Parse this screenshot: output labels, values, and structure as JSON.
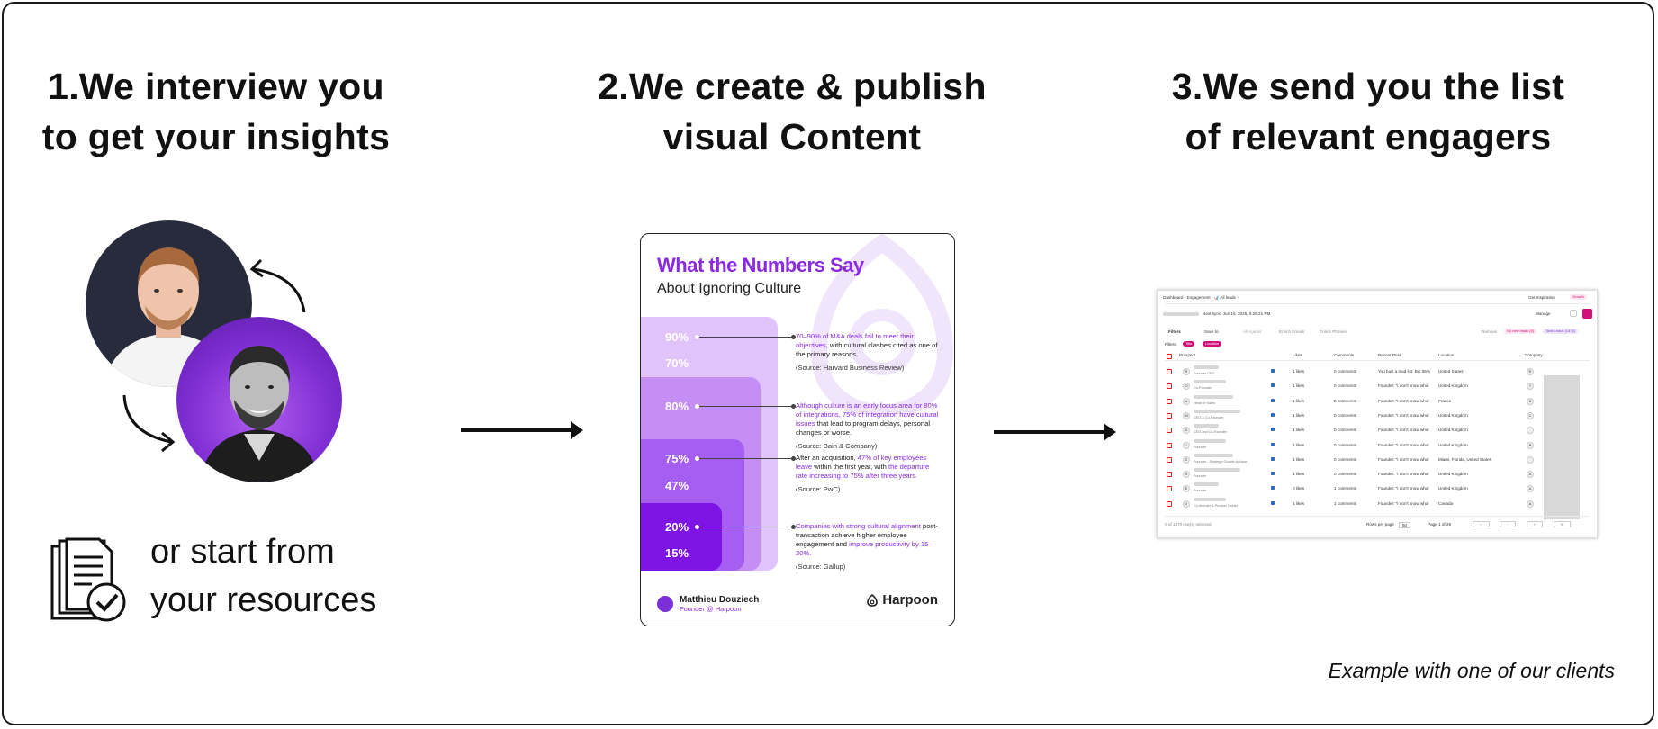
{
  "steps": [
    {
      "line1": "1.We interview you",
      "line2": "to get your insights"
    },
    {
      "line1": "2.We create & publish",
      "line2": "visual Content"
    },
    {
      "line1": "3.We send you the list",
      "line2": "of relevant engagers"
    }
  ],
  "resources": {
    "line1": "or start from",
    "line2": "your resources"
  },
  "card": {
    "title": "What the Numbers Say",
    "subtitle": "About Ignoring Culture",
    "percentages": [
      "90%",
      "70%",
      "80%",
      "75%",
      "47%",
      "20%",
      "15%"
    ],
    "stats": [
      {
        "hl1": "70–90% of M&A deals fail to meet their objectives",
        "text1": ", with cultural clashes cited as one of the primary reasons.",
        "source": "(Source: Harvard Business Review)"
      },
      {
        "hl1": "Although culture is an early focus area for 80% of integrations, 75% of integration have cultural issues",
        "text1": " that lead to program delays, personal changes or worse.",
        "source": "(Source: Bain & Company)"
      },
      {
        "pre": "After an acquisition, ",
        "hl1": "47% of key employees leave",
        "text1": " within the first year, with ",
        "hl2": "the departure rate increasing to 75% after three years.",
        "source": "(Source: PwC)"
      },
      {
        "hl1": "Companies with strong cultural alignment",
        "text1": " post-transaction achieve higher employee engagement and ",
        "hl2": "improve productivity by 15–20%.",
        "source": "(Source: Gallup)"
      }
    ],
    "author_name": "Matthieu Douziech",
    "author_role": "Founder @ Harpoon",
    "brand": "Harpoon"
  },
  "screenshot": {
    "breadcrumb": "Dashboard  ›  Engagement  ›  📊 All leads  ›",
    "get_inspiration": "Get Inspiration",
    "next_sync": "Next sync: Jun 16, 2025, 5:26:21 PM",
    "manage": "Manage",
    "toolbar": [
      "Filters",
      "Save to",
      "All Agents",
      "Enrich Emails",
      "Enrich Phones"
    ],
    "remove": "Remove",
    "tag_no_new": "No new leads (0)",
    "tag_total": "Total Leads (1470)",
    "filters_label": "Filters:",
    "filter_tags": [
      "Title",
      "Location"
    ],
    "columns": [
      "Prospect",
      "Likes",
      "Comments",
      "Recent Post",
      "Location",
      "Company"
    ],
    "rows": [
      {
        "initial": "R",
        "role": "Founder CEO",
        "likes": "1 likes",
        "comments": "0 comments",
        "post": "You built a lead list. But 95%",
        "location": "United States",
        "company": "R"
      },
      {
        "initial": "O",
        "role": "Co-Founder",
        "likes": "1 likes",
        "comments": "0 comments",
        "post": "Founder: \"I don't know whol",
        "location": "United Kingdom",
        "company": "T"
      },
      {
        "initial": "A",
        "role": "Head of Sales",
        "likes": "1 likes",
        "comments": "0 comments",
        "post": "Founder: \"I don't know whol",
        "location": "France",
        "company": "B"
      },
      {
        "initial": "M",
        "role": "CEO & Co-Founder",
        "likes": "1 likes",
        "comments": "0 comments",
        "post": "Founder: \"I don't know whol",
        "location": "United Kingdom",
        "company": "C"
      },
      {
        "initial": "D",
        "role": "CEO and Co-Founder",
        "likes": "1 likes",
        "comments": "0 comments",
        "post": "Founder: \"I don't know whol",
        "location": "United Kingdom",
        "company": ""
      },
      {
        "initial": "I",
        "role": "Founder",
        "likes": "1 likes",
        "comments": "0 comments",
        "post": "Founder: \"I don't know whol",
        "location": "United Kingdom",
        "company": "B"
      },
      {
        "initial": "Z",
        "role": "Founder - Strategic Growth Advisor",
        "likes": "1 likes",
        "comments": "0 comments",
        "post": "Founder: \"I don't know whol",
        "location": "Miami, Florida, United States",
        "company": ""
      },
      {
        "initial": "S",
        "role": "Founder",
        "likes": "1 likes",
        "comments": "0 comments",
        "post": "Founder: \"I don't know whol",
        "location": "United Kingdom",
        "company": "A"
      },
      {
        "initial": "E",
        "role": "Founder",
        "likes": "0 likes",
        "comments": "1 comments",
        "post": "Founder: \"I don't know whol",
        "location": "United Kingdom",
        "company": "A"
      },
      {
        "initial": "J",
        "role": "Co-founder & Product Owner",
        "likes": "1 likes",
        "comments": "1 comments",
        "post": "Founder: \"I don't know whol",
        "location": "Canada",
        "company": "A"
      }
    ],
    "selected": "0 of 1470 row(s) selected.",
    "rows_per_page": "Rows per page",
    "rows_per_page_value": "50",
    "page": "Page 1 of 29"
  },
  "caption": "Example with one of our clients",
  "colors": {
    "purple": "#8a2be2",
    "pink": "#d0117a"
  }
}
